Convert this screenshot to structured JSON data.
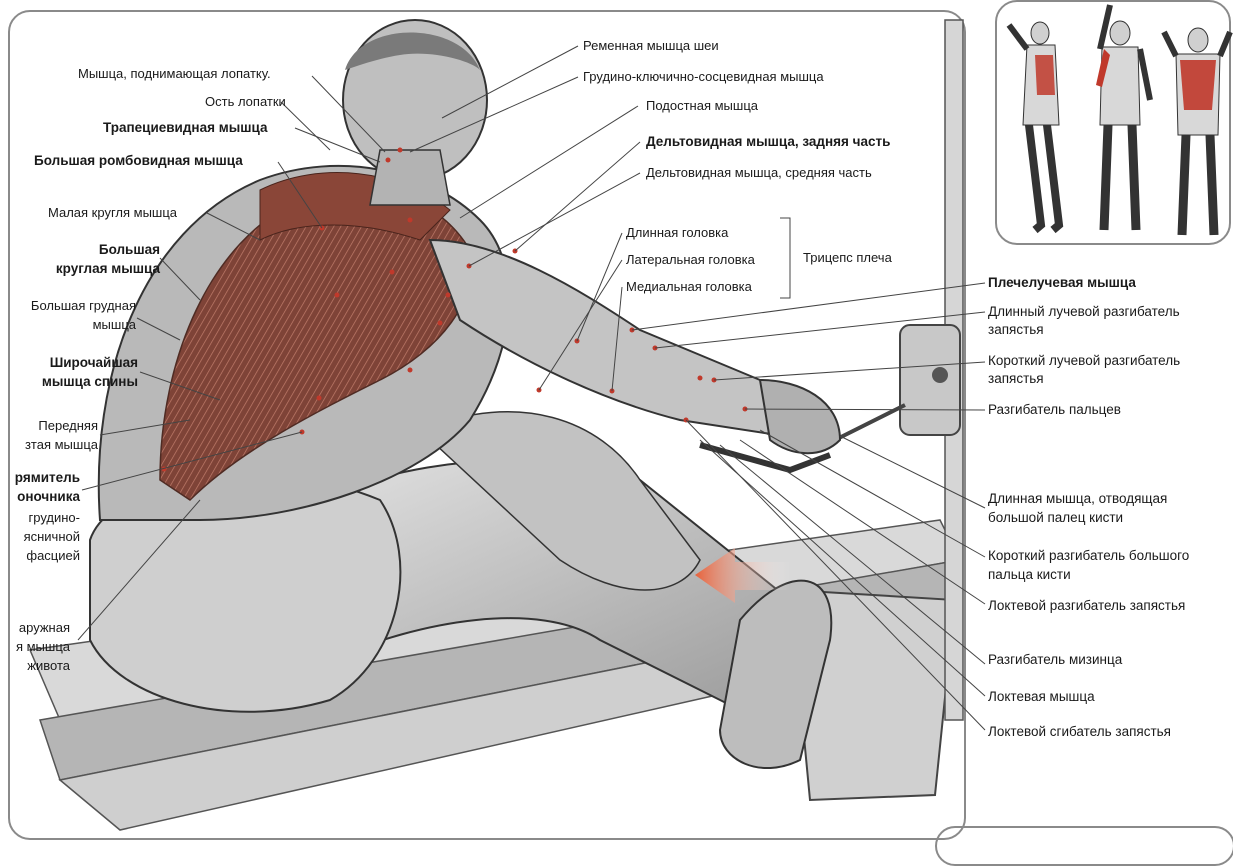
{
  "colors": {
    "frame": "#8a8a8a",
    "muscle_red": "#c0392b",
    "arrow": "#e8613a",
    "skin": "#cfcfcf",
    "line": "#555555"
  },
  "labels": {
    "levator_scapulae": "Мышца, поднимающая лопатку.",
    "scapular_spine": "Ость лопатки",
    "trapezius": "Трапециевидная мышца",
    "rhomboid_major": "Большая ромбовидная мышца",
    "teres_minor": "Малая кругля мышца",
    "teres_major_1": "Большая",
    "teres_major_2": "круглая мышца",
    "pectoralis_major_1": "Большая грудная",
    "pectoralis_major_2": "мышца",
    "latissimus_1": "Широчайшая",
    "latissimus_2": "мышца спины",
    "serratus_1": "Передняя",
    "serratus_2": "зтая мышца",
    "erector_1": "рямитель",
    "erector_2": "оночника",
    "erector_3": "грудино-",
    "erector_4": "ясничной",
    "erector_5": "фасцией",
    "oblique_1": "аружная",
    "oblique_2": "я мышца",
    "oblique_3": "живота",
    "splenius": "Ременная мышца шеи",
    "sternocleidomastoid": "Грудино-ключично-сосцевидная мышца",
    "infraspinatus": "Подостная мышца",
    "deltoid_posterior": "Дельтовидная мышца, задняя часть",
    "deltoid_middle": "Дельтовидная мышца, средняя часть",
    "triceps_long": "Длинная головка",
    "triceps_lateral": "Латеральная головка",
    "triceps_medial": "Медиальная головка",
    "triceps": "Трицепс плеча",
    "brachioradialis": "Плечелучевая мышца",
    "ecrl_1": "Длинный лучевой разгибатель",
    "ecrl_2": "запястья",
    "ecrb_1": "Короткий лучевой разгибатель",
    "ecrb_2": "запястья",
    "ext_digitorum": "Разгибатель пальцев",
    "apl_1": "Длинная мышца, отводящая",
    "apl_2": "большой палец кисти",
    "epb_1": "Короткий разгибатель большого",
    "epb_2": "пальца кисти",
    "ecu": "Локтевой разгибатель запястья",
    "ext_digiti_minimi": "Разгибатель мизинца",
    "anconeus": "Локтевая мышца",
    "fcu": "Локтевой сгибатель запястья"
  }
}
